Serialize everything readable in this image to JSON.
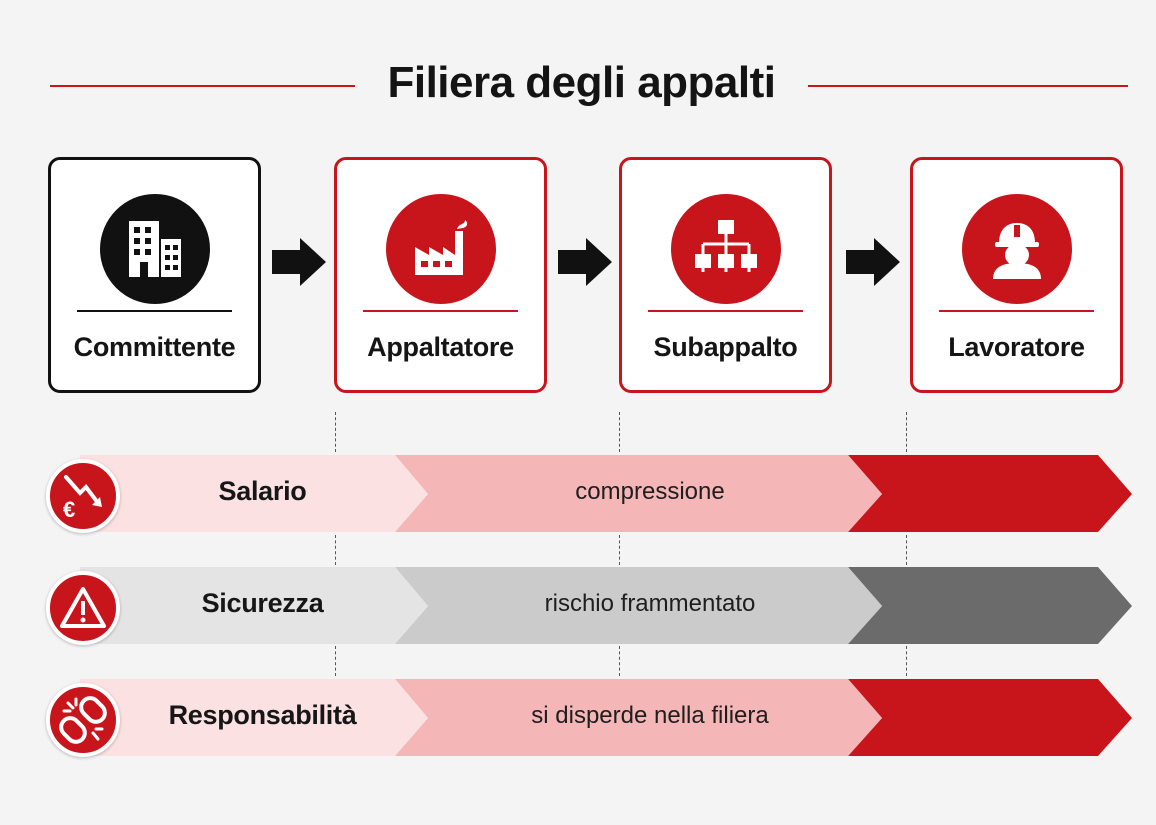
{
  "title": "Filiera degli appalti",
  "stages": [
    {
      "label": "Committente",
      "icon": "building-icon"
    },
    {
      "label": "Appaltatore",
      "icon": "factory-icon"
    },
    {
      "label": "Subappalto",
      "icon": "hierarchy-icon"
    },
    {
      "label": "Lavoratore",
      "icon": "worker-helmet-icon"
    }
  ],
  "rows": [
    {
      "label": "Salario",
      "description": "compressione",
      "icon": "euro-decline-icon"
    },
    {
      "label": "Sicurezza",
      "description": "rischio frammentato",
      "icon": "warning-icon"
    },
    {
      "label": "Responsabilità",
      "description": "si disperde nella filiera",
      "icon": "broken-link-icon"
    }
  ],
  "colors": {
    "accent": "#c8151b",
    "dark": "#111111",
    "pink_light": "#fbe1e1",
    "pink_mid": "#f4b6b6",
    "gray_light": "#e4e4e4",
    "gray_mid": "#cbcbcb",
    "gray_dark": "#6b6b6b"
  }
}
